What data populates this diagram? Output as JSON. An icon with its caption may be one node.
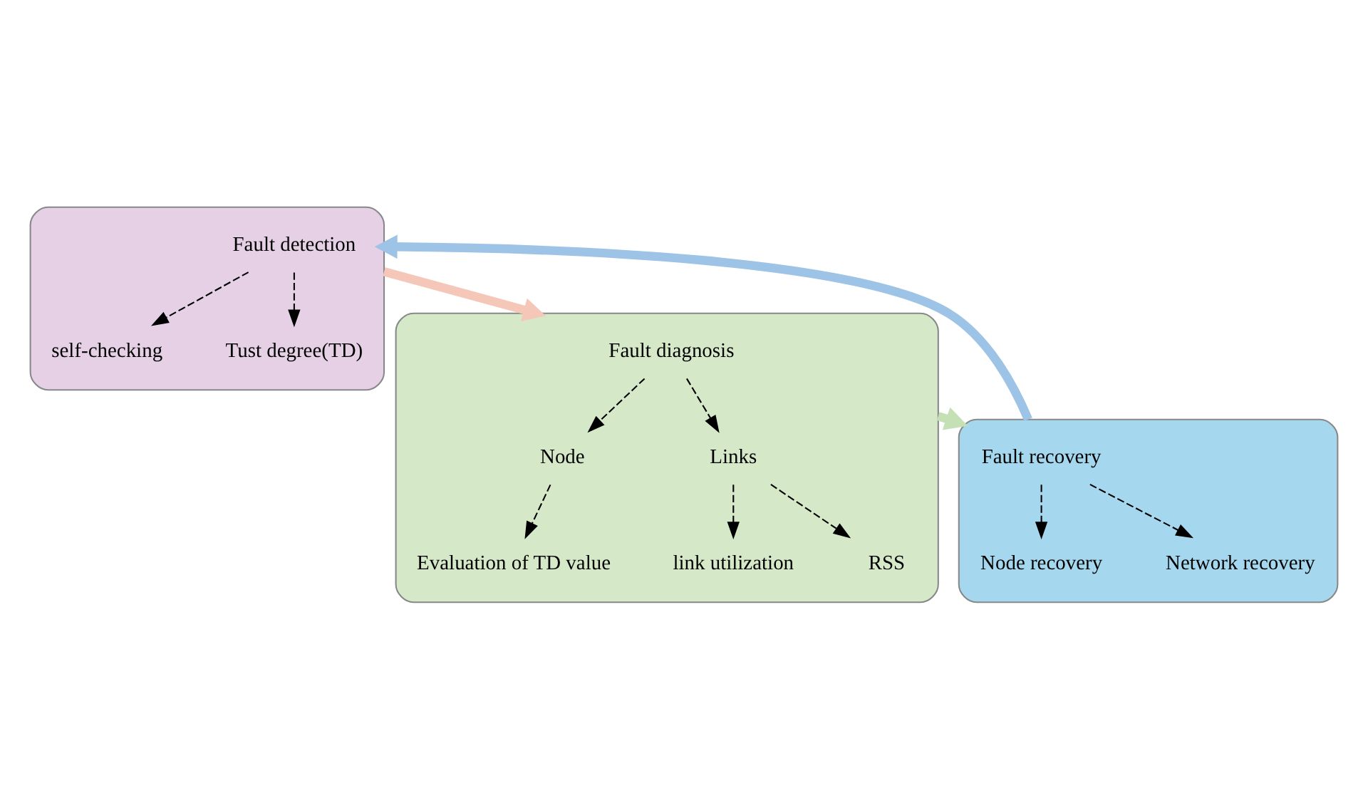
{
  "diagram": {
    "nodes": [
      {
        "text": [],
        "shape": "ellipse"
      },
      {
        "text": [
          "Fault detection"
        ],
        "in": 0
      },
      {
        "text": [
          "self-checking"
        ],
        "in": 0
      },
      {
        "text": [
          "Tust degree(TD)"
        ],
        "in": 0
      },
      {
        "text": [],
        "shape": "ellipse"
      },
      {
        "text": [
          "Fault diagnosis"
        ],
        "in": 4
      },
      {
        "text": [
          "Node"
        ],
        "in": 4
      },
      {
        "text": [
          "Links"
        ],
        "in": 4
      },
      {
        "text": [
          "Evaluation of TD value"
        ],
        "in": 4
      },
      {
        "text": [
          "link utilization"
        ],
        "in": 4
      },
      {
        "text": [
          "RSS"
        ],
        "in": 4
      },
      {
        "text": [],
        "shape": "ellipse"
      },
      {
        "text": [
          "Fault recovery"
        ],
        "in": 11
      },
      {
        "text": [
          "Node recovery"
        ],
        "in": 11
      },
      {
        "text": [
          "Network recovery"
        ],
        "in": 11
      }
    ],
    "edges": [
      {
        "from": 0,
        "to": 4,
        "arrow": "to",
        "style": "thick",
        "color": "#f4c7b8"
      },
      {
        "from": 4,
        "to": 11,
        "arrow": "to",
        "style": "thick",
        "color": "#c5e0b4"
      },
      {
        "from": 11,
        "to": 0,
        "arrow": "to",
        "style": "thick",
        "color": "#9dc3e6"
      },
      {
        "from": 1,
        "to": 2,
        "arrow": "to",
        "style": "dashed"
      },
      {
        "from": 1,
        "to": 3,
        "arrow": "to",
        "style": "dashed"
      },
      {
        "from": 5,
        "to": 6,
        "arrow": "to",
        "style": "dashed"
      },
      {
        "from": 5,
        "to": 7,
        "arrow": "to",
        "style": "dashed"
      },
      {
        "from": 6,
        "to": 8,
        "arrow": "to",
        "style": "dashed"
      },
      {
        "from": 7,
        "to": 9,
        "arrow": "to",
        "style": "dashed"
      },
      {
        "from": 7,
        "to": 10,
        "arrow": "to",
        "style": "dashed"
      },
      {
        "from": 12,
        "to": 13,
        "arrow": "to",
        "style": "dashed"
      },
      {
        "from": 12,
        "to": 14,
        "arrow": "to",
        "style": "dashed"
      }
    ]
  }
}
